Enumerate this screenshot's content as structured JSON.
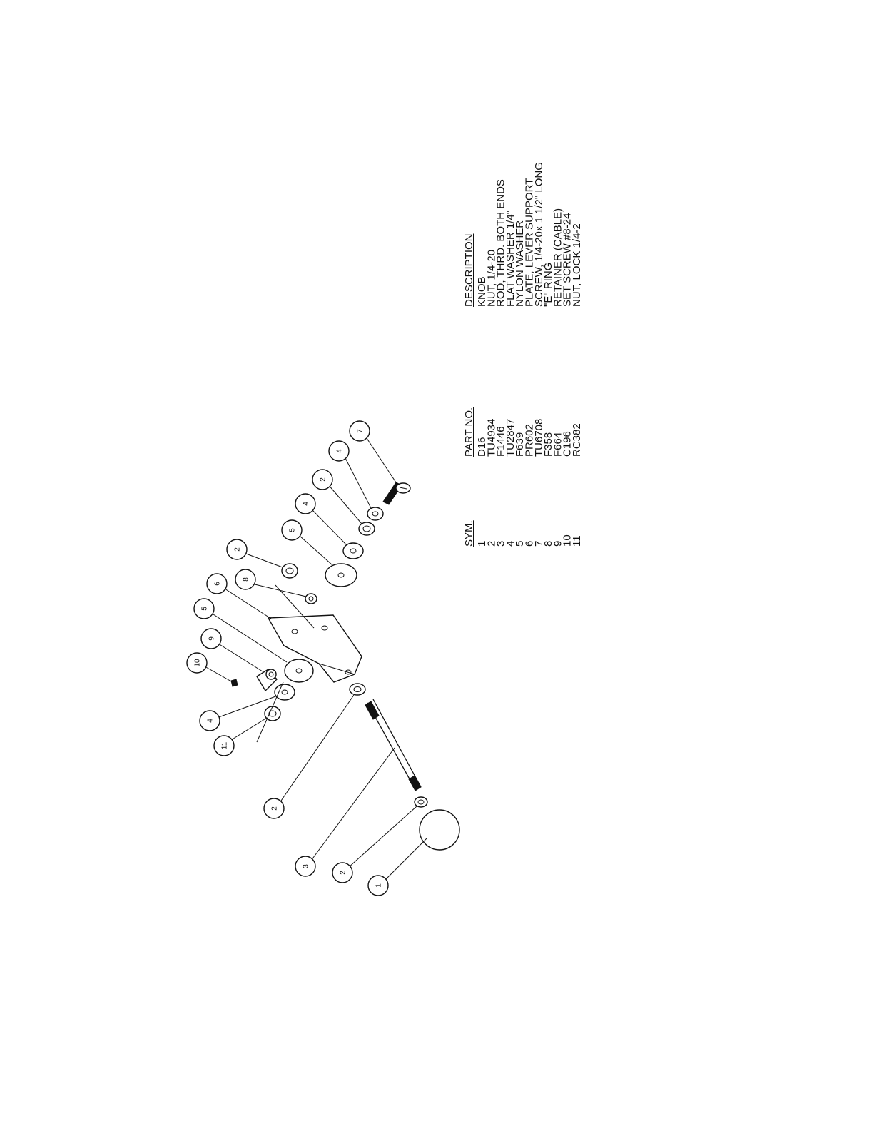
{
  "parts_table": {
    "headers": {
      "sym": "SYM.",
      "part_no": "PART NO.",
      "description": "DESCRIPTION"
    },
    "rows": [
      {
        "sym": "1",
        "part_no": "D16",
        "description": "KNOB"
      },
      {
        "sym": "2",
        "part_no": "TU4934",
        "description": "NUT, 1/4-20"
      },
      {
        "sym": "3",
        "part_no": "F1446",
        "description": "ROD, THRD. BOTH ENDS"
      },
      {
        "sym": "4",
        "part_no": "TU2847",
        "description": "FLAT WASHER 1/4\""
      },
      {
        "sym": "5",
        "part_no": "F639",
        "description": "NYLON WASHER"
      },
      {
        "sym": "6",
        "part_no": "PR602",
        "description": "PLATE, LEVER SUPPORT"
      },
      {
        "sym": "7",
        "part_no": "TU6708",
        "description": "SCREW, 1/4-20x 1 1/2\" LONG"
      },
      {
        "sym": "8",
        "part_no": "F358",
        "description": "\"E\" RING"
      },
      {
        "sym": "9",
        "part_no": "F664",
        "description": "RETAINER (CABLE)"
      },
      {
        "sym": "10",
        "part_no": "C196",
        "description": "SET SCREW #8-24"
      },
      {
        "sym": "11",
        "part_no": "RC382",
        "description": "NUT, LOCK 1/4-2"
      }
    ]
  },
  "callouts": [
    {
      "label": "1"
    },
    {
      "label": "2"
    },
    {
      "label": "3"
    },
    {
      "label": "2"
    },
    {
      "label": "11"
    },
    {
      "label": "4"
    },
    {
      "label": "10"
    },
    {
      "label": "9"
    },
    {
      "label": "5"
    },
    {
      "label": "6"
    },
    {
      "label": "2"
    },
    {
      "label": "8"
    },
    {
      "label": "5"
    },
    {
      "label": "4"
    },
    {
      "label": "2"
    },
    {
      "label": "4"
    },
    {
      "label": "7"
    }
  ]
}
